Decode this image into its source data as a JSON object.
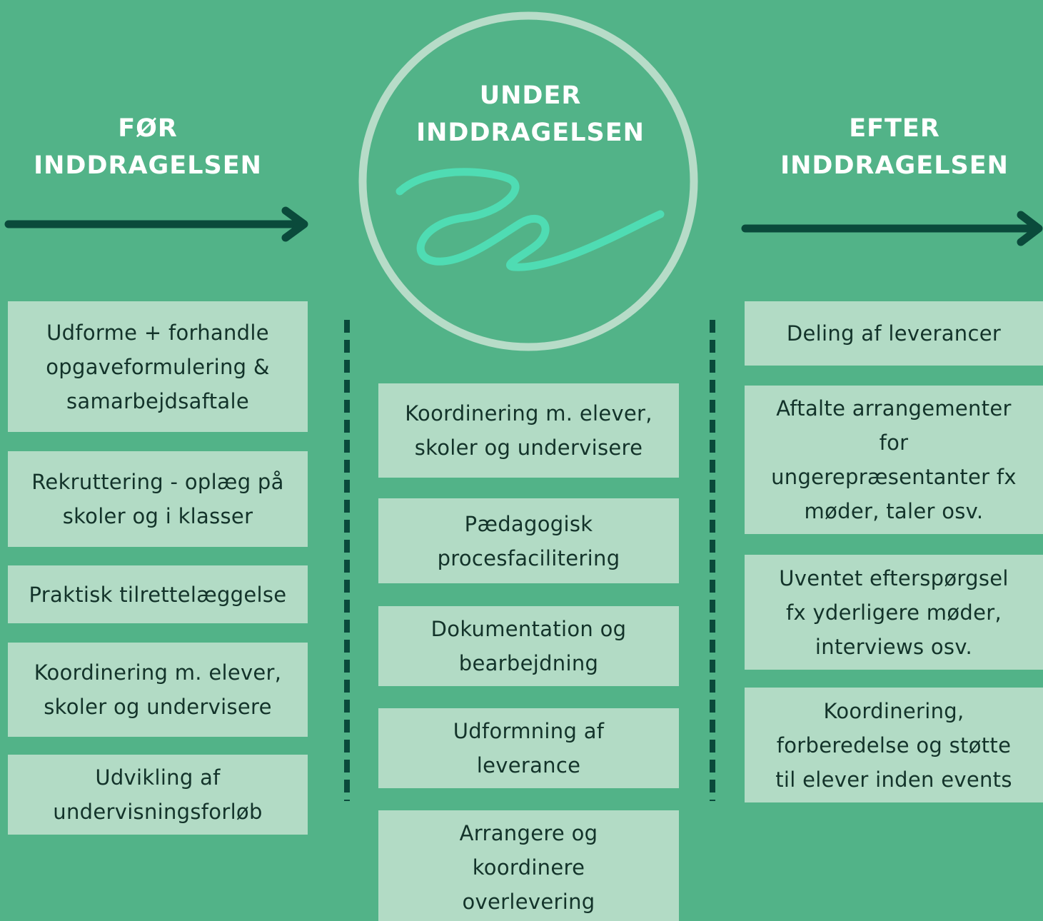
{
  "colors": {
    "background": "#52b388",
    "box": "#b2dbc5",
    "box_text": "#13332a",
    "heading_text": "#ffffff",
    "arrow": "#0a4a3b",
    "circle_ring": "#b7dcc8",
    "squiggle": "#4fdcb3"
  },
  "columns": {
    "before": {
      "heading_line1": "FØR",
      "heading_line2": "INDDRAGELSEN",
      "items": [
        "Udforme + forhandle\nopgaveformulering &\nsamarbejdsaftale",
        "Rekruttering - oplæg på\nskoler og i klasser",
        "Praktisk tilrettelæggelse",
        "Koordinering m. elever,\nskoler og undervisere",
        "Udvikling af\nundervisningsforløb"
      ]
    },
    "during": {
      "heading_line1": "UNDER",
      "heading_line2": "INDDRAGELSEN",
      "items": [
        "Koordinering m. elever,\nskoler og undervisere",
        "Pædagogisk\nprocesfacilitering",
        "Dokumentation og\nbearbejdning",
        "Udformning af\nleverance",
        "Arrangere og\nkoordinere\noverlevering"
      ]
    },
    "after": {
      "heading_line1": "EFTER",
      "heading_line2": "INDDRAGELSEN",
      "items": [
        "Deling af leverancer",
        "Aftalte arrangementer\nfor\nungerepræsentanter fx\nmøder, taler osv.",
        "Uventet efterspørgsel\nfx yderligere møder,\ninterviews osv.",
        "Koordinering,\nforberedelse og  støtte\ntil elever inden events"
      ]
    }
  }
}
